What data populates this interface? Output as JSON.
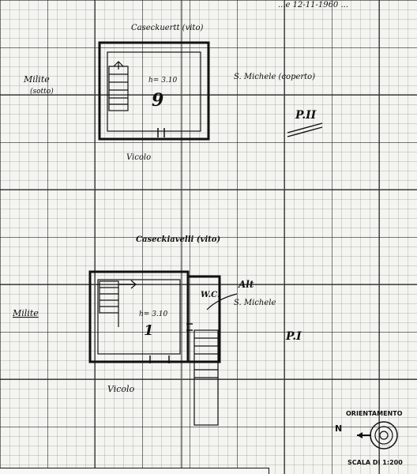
{
  "header_note": "...e 12-11-1960 ...",
  "upper_plan": {
    "top_label": "Caseckuertt (vito)",
    "right_label": "S. Michele (coperto)",
    "left_label_line1": "Milite",
    "left_label_line2": "(sotto)",
    "bottom_label": "Vicolo",
    "height_label": "h= 3.10",
    "room_number": "9",
    "level_mark": "P.II"
  },
  "lower_plan": {
    "top_label": "Caseckiavelli (vito)",
    "left_label": "Milite",
    "bottom_label": "Vicolo",
    "height_label": "h= 3.10",
    "room_number": "1",
    "wc_label": "W.C.",
    "right_label_line1": "Alt",
    "right_label_line2": "S. Michele",
    "level_mark": "P.I"
  },
  "compass": {
    "title": "ORIENTAMENTO",
    "north": "N",
    "scale": "SCALA DI 1:200"
  }
}
